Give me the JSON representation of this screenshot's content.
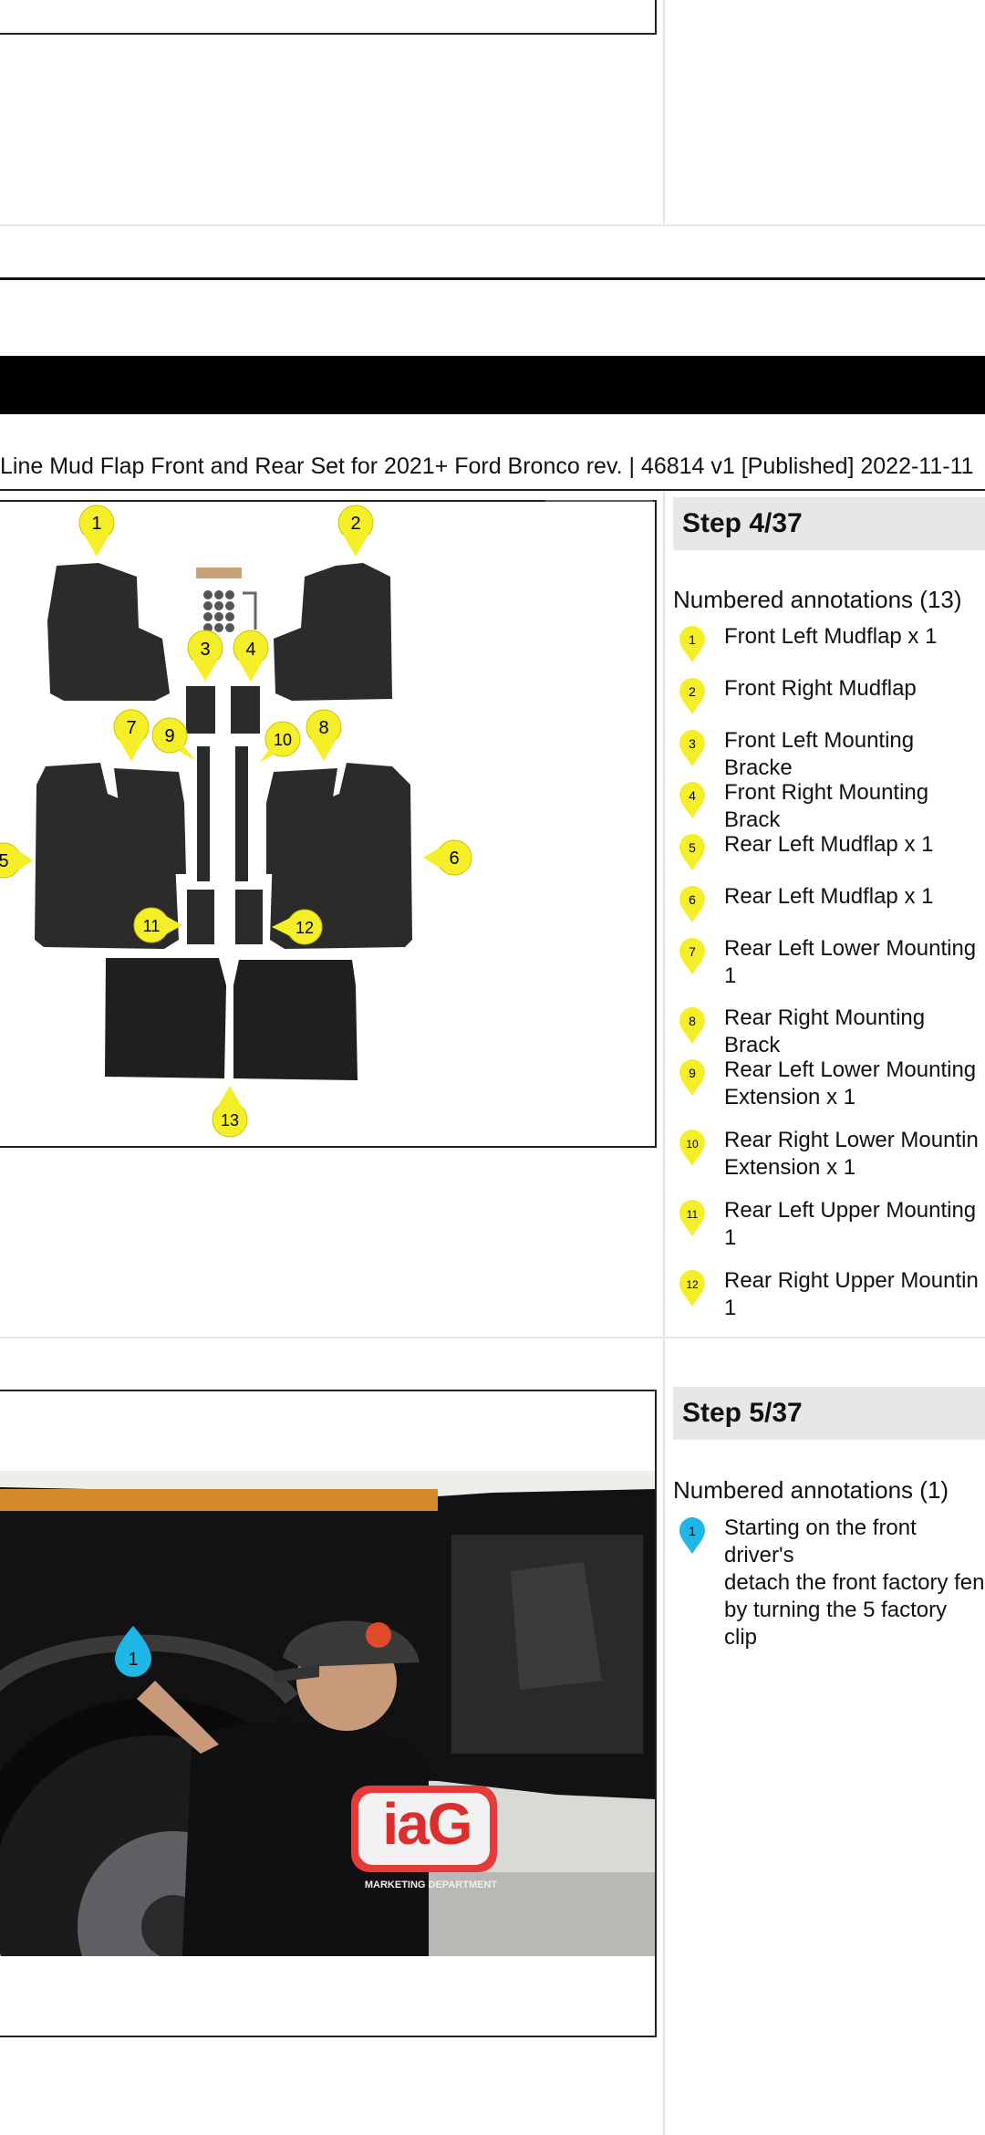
{
  "header": {
    "line": "Line Mud Flap Front and Rear Set for 2021+ Ford Bronco rev. | 46814 v1 [Published]    2022-11-11"
  },
  "step4": {
    "title": "Step 4/37",
    "annotations_heading": "Numbered annotations (13)",
    "pin_color": "#f5ef2a",
    "items": [
      {
        "num": "1",
        "text": "Front Left Mudflap x 1"
      },
      {
        "num": "2",
        "text": "Front Right Mudflap"
      },
      {
        "num": "3",
        "text": "Front Left Mounting Bracke"
      },
      {
        "num": "4",
        "text": "Front Right Mounting Brack"
      },
      {
        "num": "5",
        "text": "Rear Left Mudflap x 1"
      },
      {
        "num": "6",
        "text": "Rear Left Mudflap x 1"
      },
      {
        "num": "7",
        "text": "Rear Left Lower Mounting\n1"
      },
      {
        "num": "8",
        "text": "Rear Right Mounting Brack"
      },
      {
        "num": "9",
        "text": "Rear Left Lower Mounting\nExtension x 1"
      },
      {
        "num": "10",
        "text": "Rear Right Lower Mountin\nExtension x 1"
      },
      {
        "num": "11",
        "text": "Rear Left Upper Mounting\n1"
      },
      {
        "num": "12",
        "text": "Rear Right Upper Mountin\n1"
      }
    ],
    "image_callouts": [
      "1",
      "2",
      "3",
      "4",
      "5",
      "6",
      "7",
      "8",
      "9",
      "10",
      "11",
      "12",
      "13"
    ]
  },
  "step5": {
    "title": "Step 5/37",
    "annotations_heading": "Numbered annotations (1)",
    "pin_color": "#1fb6e8",
    "items": [
      {
        "num": "1",
        "text": "Starting on the front driver's\ndetach the front factory fen\nby turning the 5 factory clip\nfender flare straight out."
      }
    ],
    "image_callout": "1",
    "shirt_logo": "iaG",
    "shirt_text": "MARKETING DEPARTMENT"
  }
}
